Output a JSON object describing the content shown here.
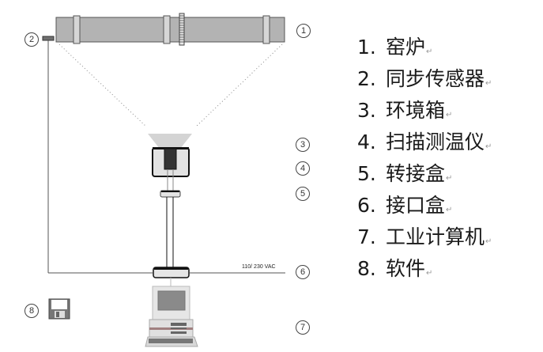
{
  "diagram": {
    "title": "Kiln shell scanner system components",
    "power_label": "110/ 230 VAC",
    "callouts": [
      "1",
      "2",
      "3",
      "4",
      "5",
      "6",
      "7",
      "8"
    ],
    "return_mark": "↵"
  },
  "legend": {
    "items": [
      {
        "num": "1.",
        "label": "窑炉"
      },
      {
        "num": "2.",
        "label": "同步传感器"
      },
      {
        "num": "3.",
        "label": "环境箱"
      },
      {
        "num": "4.",
        "label": "扫描测温仪"
      },
      {
        "num": "5.",
        "label": "转接盒"
      },
      {
        "num": "6.",
        "label": "接口盒"
      },
      {
        "num": "7.",
        "label": "工业计算机"
      },
      {
        "num": "8.",
        "label": "软件"
      }
    ]
  },
  "colors": {
    "kiln_fill": "#b3b3b3",
    "band_fill": "#d6d6d6",
    "outline": "#333333",
    "sensor_fill": "#707070",
    "screen_fill": "#8a8a8a"
  }
}
